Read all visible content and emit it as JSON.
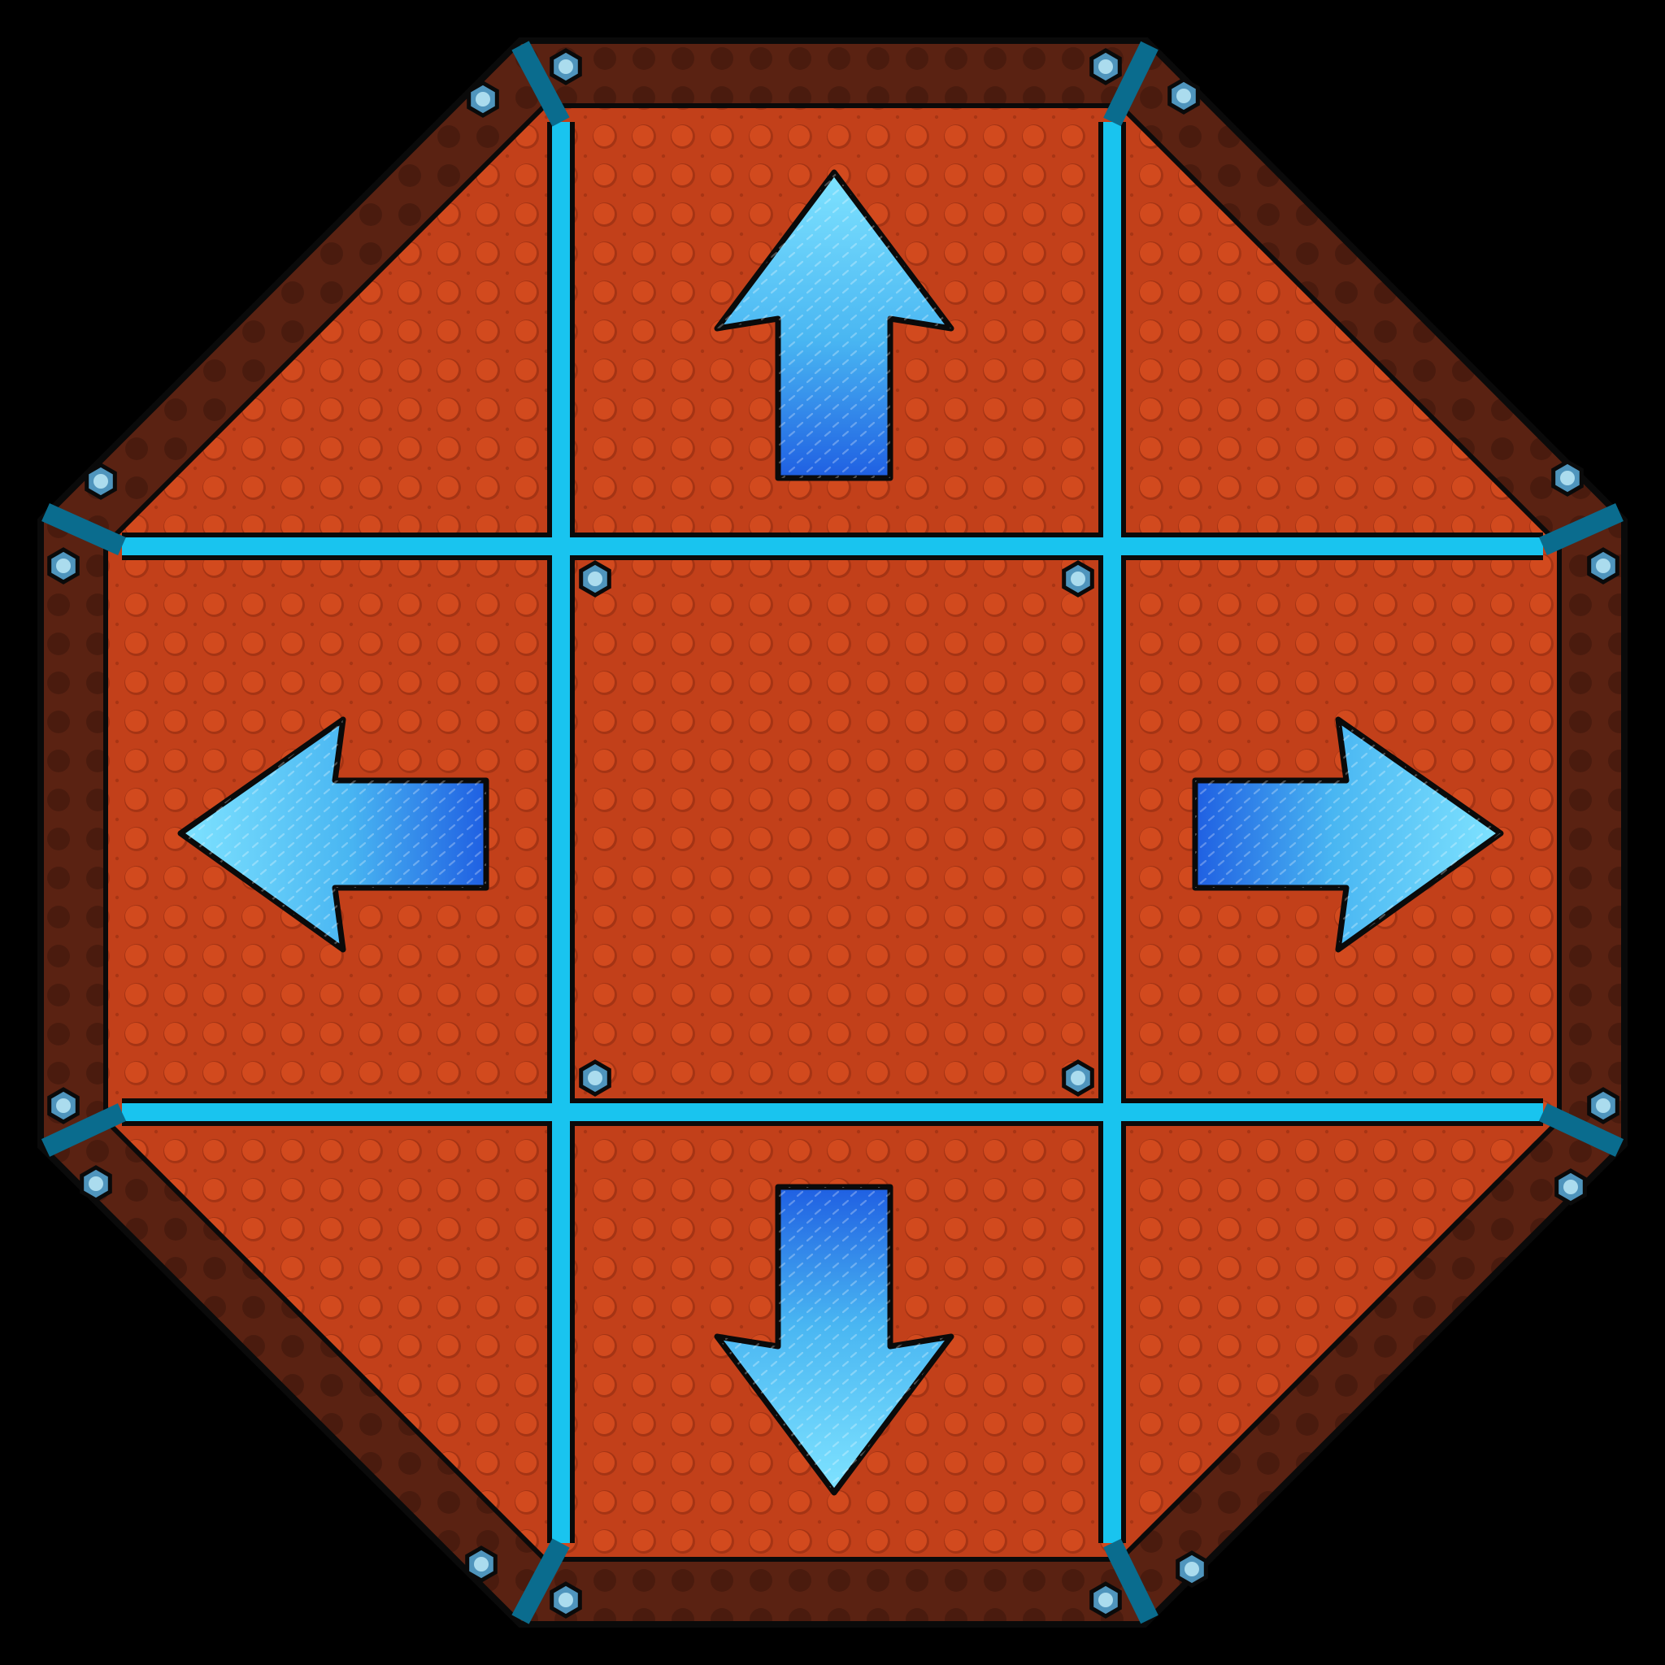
{
  "pad": {
    "shape": "octagon",
    "grid": "3x3",
    "colors": {
      "background": "#000000",
      "frame": "#5a2212",
      "frame_dark": "#3d160b",
      "panel": "#c2401a",
      "panel_dot": "#d24a1e",
      "panel_dot_shadow": "#8e2a0e",
      "divider": "#19c4ef",
      "divider_dark": "#0a6c8e",
      "arrow_light": "#6fdcff",
      "arrow_dark": "#1f66e6",
      "outline": "#0a0a0a",
      "bolt": "#4f95bd",
      "bolt_light": "#c9f4ff"
    },
    "panels": [
      {
        "id": "top-left",
        "arrow": null
      },
      {
        "id": "top",
        "arrow": "up"
      },
      {
        "id": "top-right",
        "arrow": null
      },
      {
        "id": "left",
        "arrow": "left"
      },
      {
        "id": "center",
        "arrow": null
      },
      {
        "id": "right",
        "arrow": "right"
      },
      {
        "id": "bottom-left",
        "arrow": null
      },
      {
        "id": "bottom",
        "arrow": "down"
      },
      {
        "id": "bottom-right",
        "arrow": null
      }
    ],
    "icons": {
      "up": "arrow-up-icon",
      "down": "arrow-down-icon",
      "left": "arrow-left-icon",
      "right": "arrow-right-icon",
      "bolt": "bolt-icon"
    }
  }
}
